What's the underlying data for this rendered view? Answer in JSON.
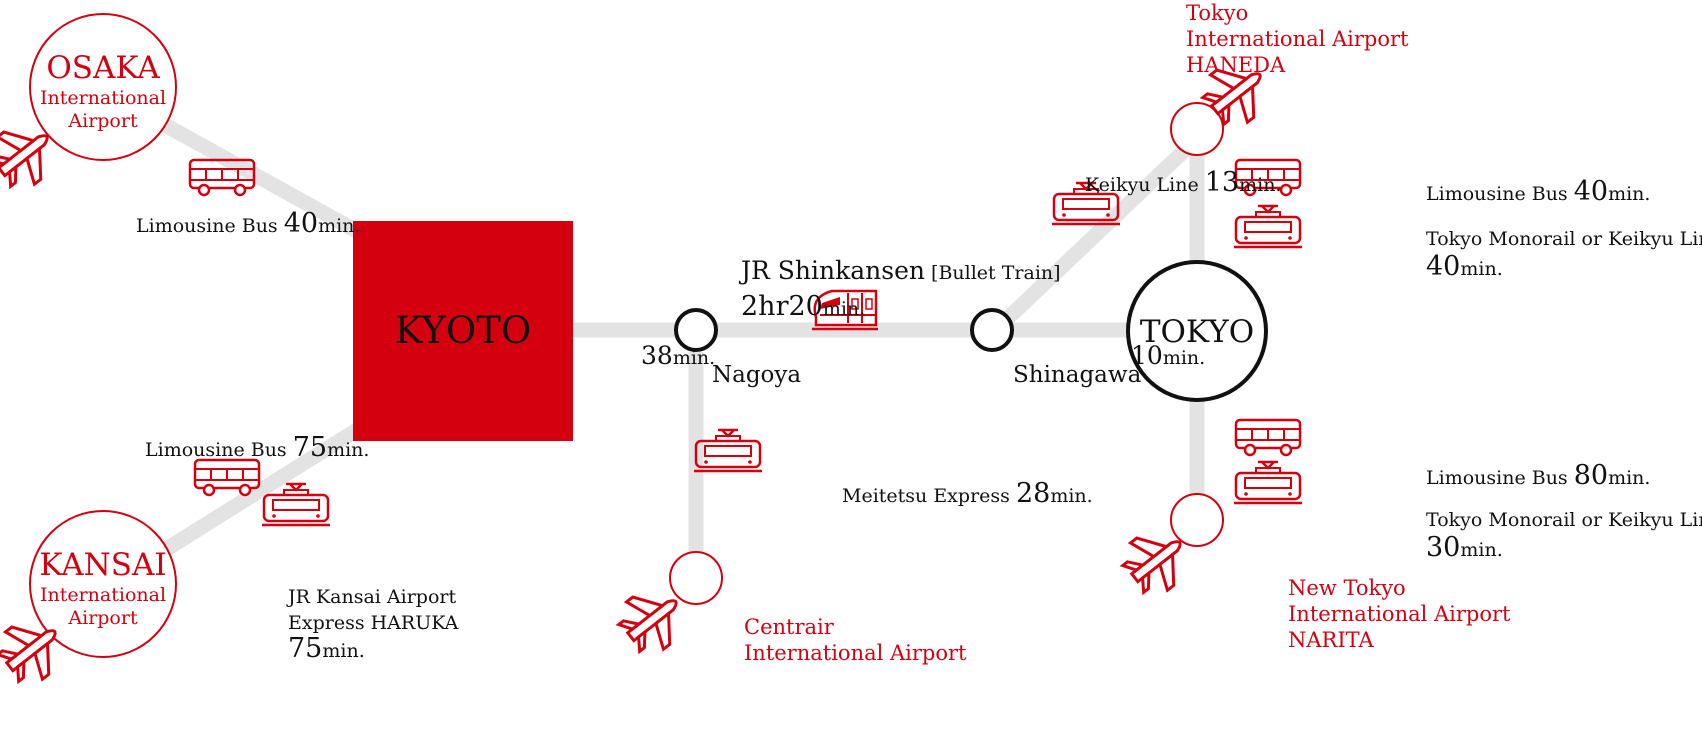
{
  "colors": {
    "accent": "#d40010",
    "route": "#e3e3e3",
    "text": "#111111"
  },
  "hubs": {
    "kyoto": "KYOTO",
    "tokyo": "TOKYO"
  },
  "stations": {
    "nagoya": "Nagoya",
    "shinagawa": "Shinagawa"
  },
  "airports": {
    "osaka": {
      "name": "OSAKA",
      "line2": "International",
      "line3": "Airport"
    },
    "kansai": {
      "name": "KANSAI",
      "line2": "International",
      "line3": "Airport"
    },
    "haneda": {
      "line1": "Tokyo",
      "line2": "International Airport",
      "line3": "HANEDA"
    },
    "narita": {
      "line1": "New Tokyo",
      "line2": "International Airport",
      "line3": "NARITA"
    },
    "centrair": {
      "line1": "Centrair",
      "line2": "International Airport"
    }
  },
  "routes": {
    "osaka_bus": {
      "name": "Limousine Bus",
      "num": "40",
      "unit": "min."
    },
    "kansai_bus": {
      "name": "Limousine Bus",
      "num": "75",
      "unit": "min."
    },
    "kansai_rail": {
      "line1": "JR Kansai Airport",
      "line2": "Express HARUKA",
      "num": "75",
      "unit": "min."
    },
    "kyoto_nagoya": {
      "num": "38",
      "unit": "min."
    },
    "shinkansen": {
      "name": "JR Shinkansen",
      "note": "[Bullet Train]",
      "hr": "2hr",
      "num": "20",
      "unit": "min."
    },
    "shinagawa_tokyo": {
      "num": "10",
      "unit": "min."
    },
    "keikyu": {
      "name": "Keikyu Line",
      "num": "13",
      "unit": "min."
    },
    "meitetsu": {
      "name": "Meitetsu Express",
      "num": "28",
      "unit": "min."
    },
    "haneda_bus": {
      "name": "Limousine Bus",
      "num": "40",
      "unit": "min."
    },
    "haneda_rail": {
      "name": "Tokyo Monorail or Keikyu Line",
      "num": "40",
      "unit": "min."
    },
    "narita_bus": {
      "name": "Limousine Bus",
      "num": "80",
      "unit": "min."
    },
    "narita_rail": {
      "name": "Tokyo Monorail or Keikyu Line",
      "num": "30",
      "unit": "min."
    }
  },
  "icons": [
    "bus-icon",
    "train-icon",
    "shinkansen-icon",
    "airplane-icon"
  ]
}
